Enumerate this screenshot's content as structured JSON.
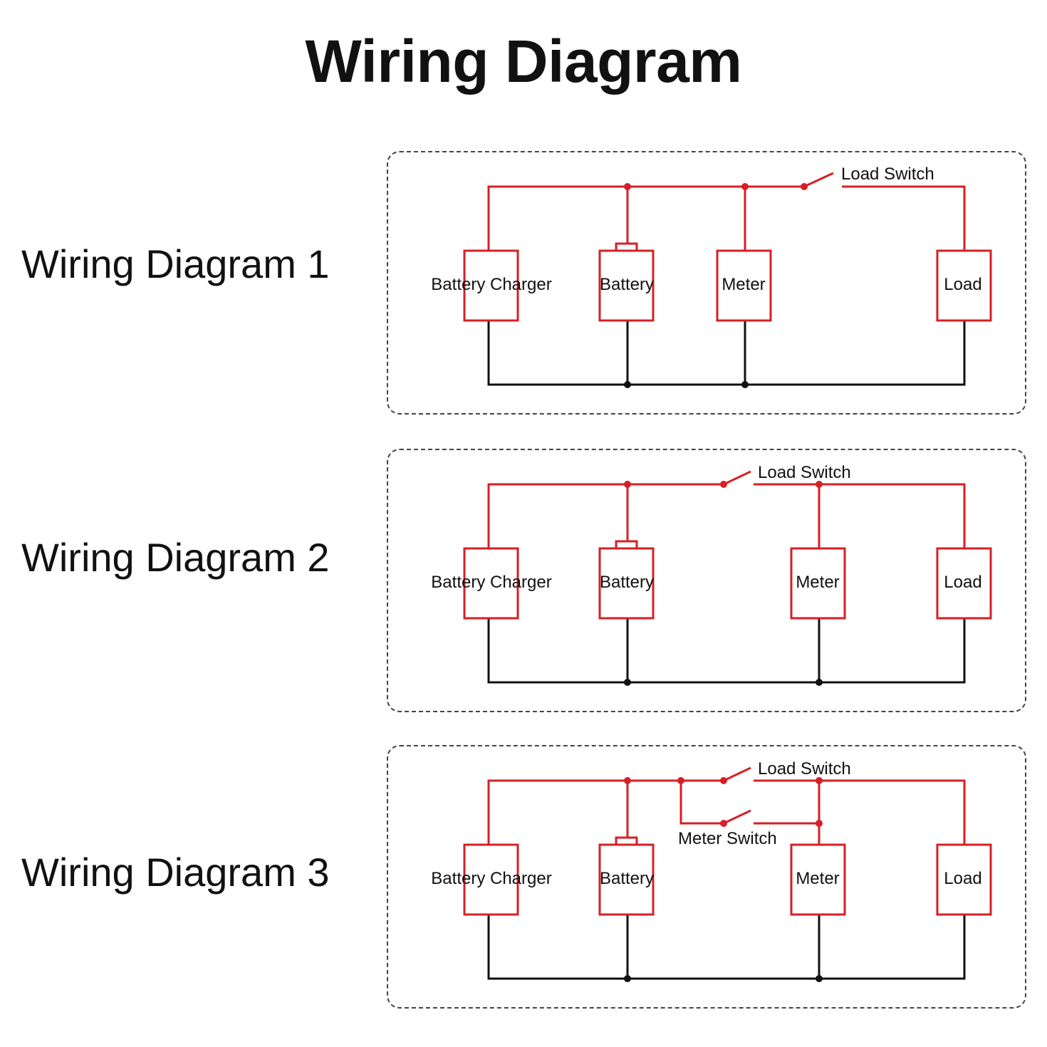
{
  "title": "Wiring Diagram",
  "colors": {
    "positive_wire": "#d61f26",
    "negative_wire": "#111111"
  },
  "diagrams": [
    {
      "label": "Wiring Diagram 1",
      "components": {
        "charger": "Battery Charger",
        "battery": "Battery",
        "meter": "Meter",
        "load": "Load"
      },
      "switches": {
        "load": "Load Switch"
      }
    },
    {
      "label": "Wiring Diagram 2",
      "components": {
        "charger": "Battery Charger",
        "battery": "Battery",
        "meter": "Meter",
        "load": "Load"
      },
      "switches": {
        "load": "Load Switch"
      }
    },
    {
      "label": "Wiring Diagram 3",
      "components": {
        "charger": "Battery Charger",
        "battery": "Battery",
        "meter": "Meter",
        "load": "Load"
      },
      "switches": {
        "load": "Load Switch",
        "meter": "Meter Switch"
      }
    }
  ]
}
